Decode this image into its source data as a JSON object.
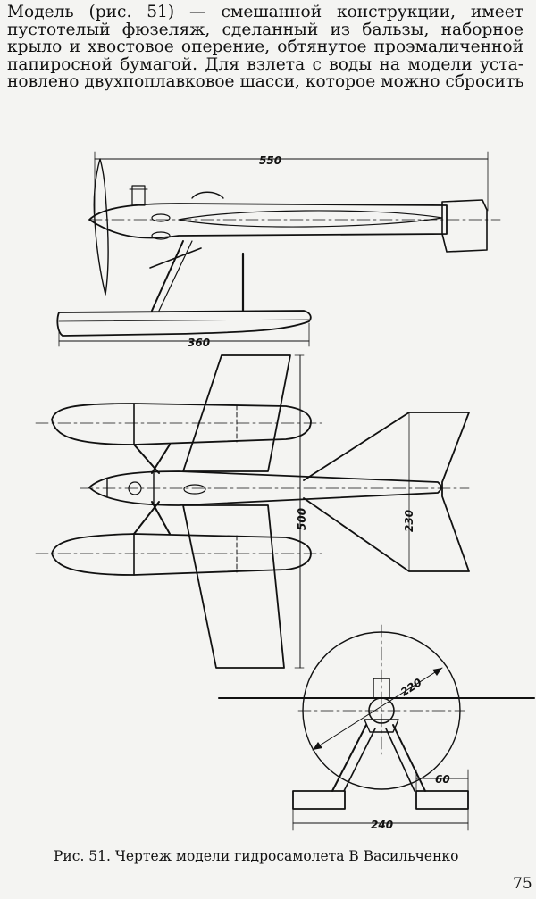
{
  "paragraph_lines": [
    "Модель (рис. 51) — смешанной конструкции, имеет",
    "пустотелый фюзеляж, сделанный из бальзы, наборное",
    "крыло и хвостовое оперение, обтянутое проэмаличенной",
    "папиросной бумагой. Для взлета с воды на модели уста-",
    "новлено двухпоплавковое шасси, которое можно сбросить"
  ],
  "figure": {
    "dim_length": "550",
    "dim_float": "360",
    "dim_span": "500",
    "dim_tail": "230",
    "dim_prop": "220",
    "dim_float_width": "60",
    "dim_track": "240"
  },
  "caption": "Рис. 51. Чертеж модели гидросамолета В Васильченко",
  "page_number": "75"
}
